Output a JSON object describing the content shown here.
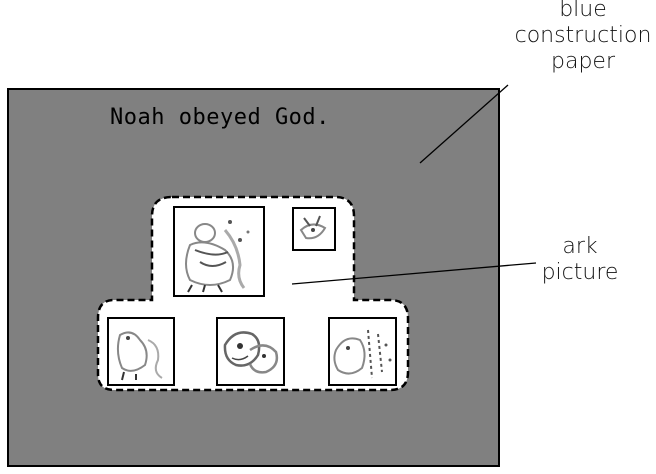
{
  "diagram": {
    "board_title": "Noah obeyed God.",
    "callouts": {
      "paper": [
        "blue",
        "construction",
        "paper"
      ],
      "ark": [
        "ark",
        "picture"
      ]
    },
    "colors": {
      "paper_fill": "#808080",
      "ark_fill": "#ffffff",
      "outline": "#000000"
    },
    "pictures": [
      {
        "name": "large-picture-card"
      },
      {
        "name": "small-picture-card"
      },
      {
        "name": "bottom-left-picture-card"
      },
      {
        "name": "bottom-middle-picture-card"
      },
      {
        "name": "bottom-right-picture-card"
      }
    ]
  }
}
